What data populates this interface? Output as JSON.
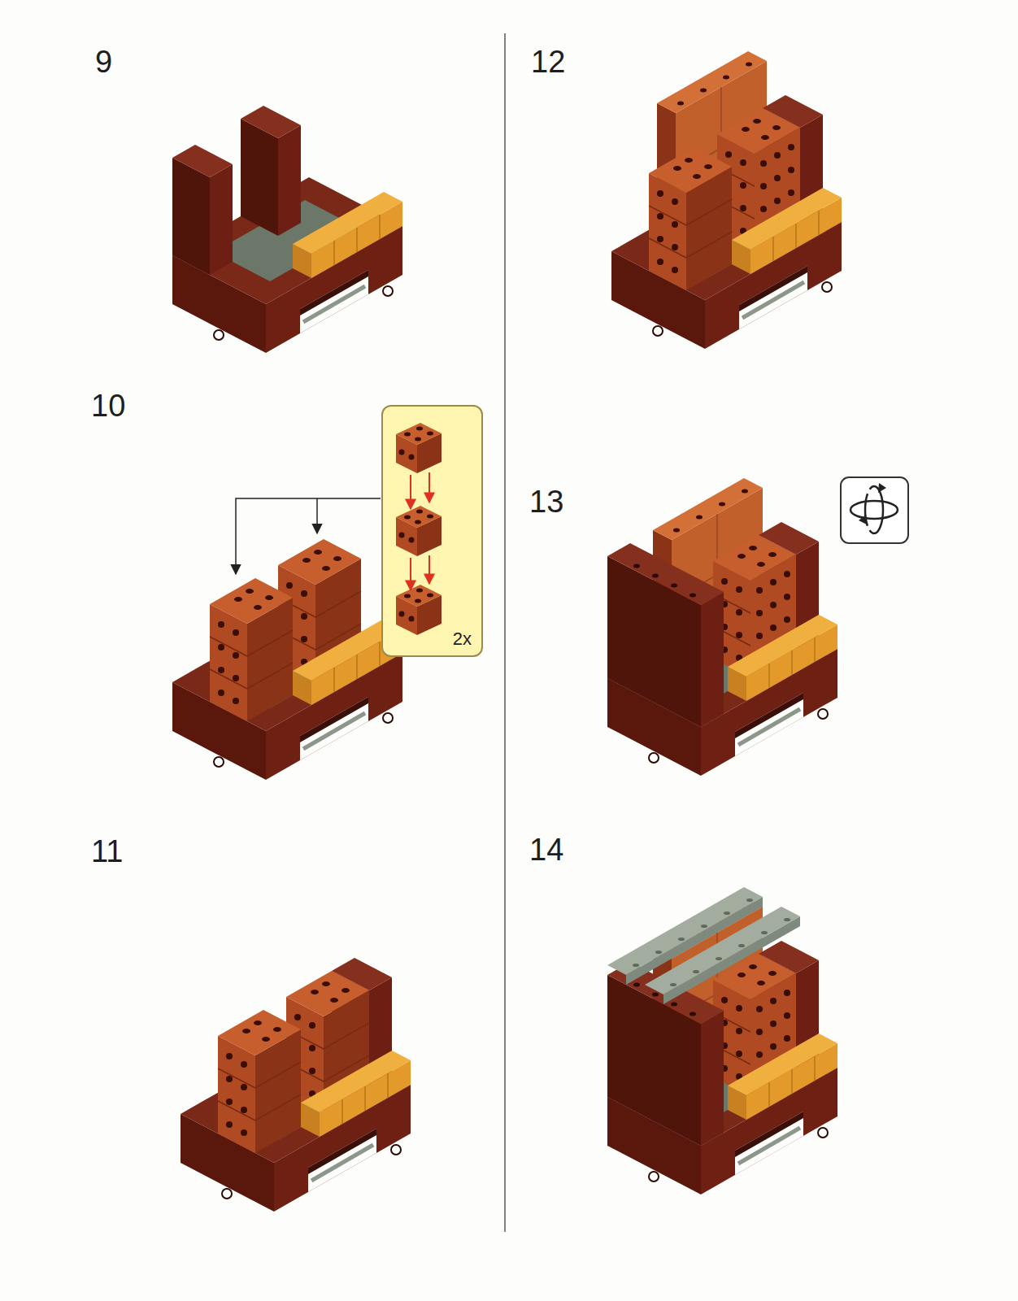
{
  "diagram": {
    "nodes": [
      {
        "text": [
          "2x"
        ]
      }
    ],
    "labels": [
      "9",
      "10",
      "11",
      "12",
      "13",
      "14"
    ]
  }
}
